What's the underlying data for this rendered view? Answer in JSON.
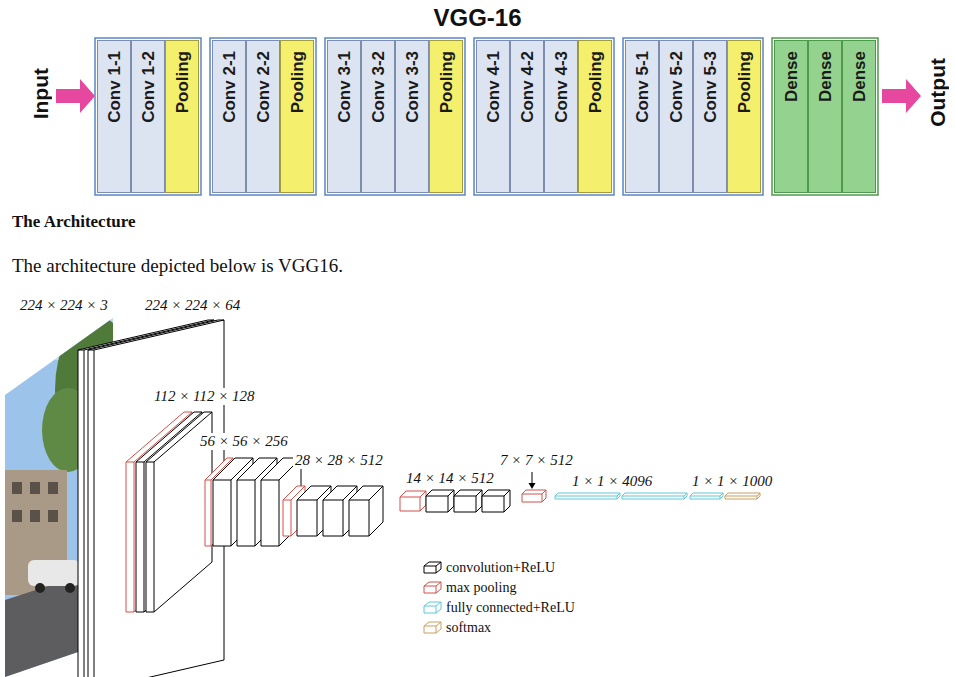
{
  "diagram": {
    "title": "VGG-16",
    "nodes": [
      {
        "text": [
          "Conv 1-1"
        ]
      },
      {
        "text": [
          "Conv 1-2"
        ]
      },
      {
        "text": [
          "Pooling"
        ]
      },
      {
        "text": [
          "Conv 2-1"
        ]
      },
      {
        "text": [
          "Conv 2-2"
        ]
      },
      {
        "text": [
          "Pooling"
        ]
      },
      {
        "text": [
          "Conv 3-1"
        ]
      },
      {
        "text": [
          "Conv 3-2"
        ]
      },
      {
        "text": [
          "Conv 3-3"
        ]
      },
      {
        "text": [
          "Pooling"
        ]
      },
      {
        "text": [
          "Conv 4-1"
        ]
      },
      {
        "text": [
          "Conv 4-2"
        ]
      },
      {
        "text": [
          "Conv 4-3"
        ]
      },
      {
        "text": [
          "Pooling"
        ]
      },
      {
        "text": [
          "Conv 5-1"
        ]
      },
      {
        "text": [
          "Conv 5-2"
        ]
      },
      {
        "text": [
          "Conv 5-3"
        ]
      },
      {
        "text": [
          "Pooling"
        ]
      },
      {
        "text": [
          "Dense"
        ]
      },
      {
        "text": [
          "Dense"
        ]
      },
      {
        "text": [
          "Dense"
        ]
      }
    ],
    "labels": [
      "Input",
      "Output",
      "The Architecture",
      "The architecture depicted below is VGG16.",
      "224 × 224 × 3",
      "224 × 224 × 64",
      "112 × 112 × 128",
      "56 × 56 × 256",
      "28 × 28 × 512",
      "14 × 14 × 512",
      "7 × 7 × 512",
      "1 × 1 × 4096",
      "1 × 1 × 1000"
    ],
    "legend": [
      {
        "text": "convolution+ReLU"
      },
      {
        "text": "max pooling"
      },
      {
        "text": "fully connected+ReLU"
      },
      {
        "text": "softmax"
      }
    ]
  }
}
